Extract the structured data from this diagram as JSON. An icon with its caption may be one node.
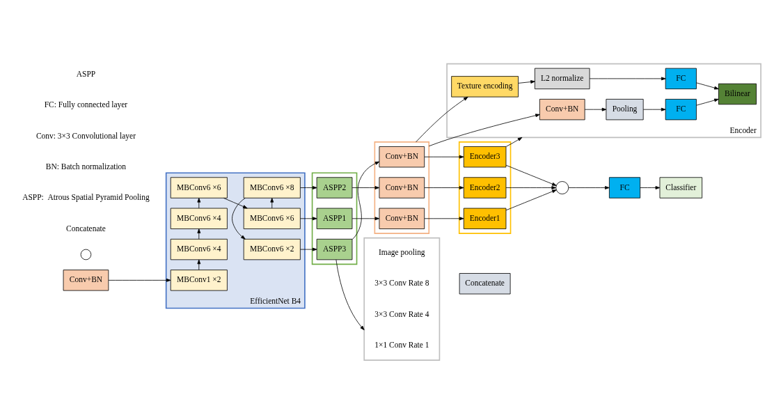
{
  "diagram": {
    "nodes": [
      {
        "text": [
          "Conv+BN"
        ]
      },
      {
        "text": [
          "EfficientNet B4"
        ]
      },
      {
        "text": [
          "MBConv1 ×2"
        ],
        "in": 1
      },
      {
        "text": [
          "MBConv6 ×4"
        ],
        "in": 1
      },
      {
        "text": [
          "MBConv6 ×4"
        ],
        "in": 1
      },
      {
        "text": [
          "MBConv6 ×6"
        ],
        "in": 1
      },
      {
        "text": [
          "MBConv6 ×6"
        ],
        "in": 1
      },
      {
        "text": [
          "MBConv6 ×8"
        ],
        "in": 1
      },
      {
        "text": [
          "MBConv6 ×2"
        ],
        "in": 1
      },
      {
        "text": [],
        "shape": "box"
      },
      {
        "text": [
          "ASPP1"
        ],
        "in": 9
      },
      {
        "text": [
          "ASPP2"
        ],
        "in": 9
      },
      {
        "text": [
          "ASPP3"
        ],
        "in": 9
      },
      {
        "text": [],
        "shape": "box"
      },
      {
        "text": [
          "Conv+BN"
        ],
        "in": 13
      },
      {
        "text": [
          "Conv+BN"
        ],
        "in": 13
      },
      {
        "text": [
          "Conv+BN"
        ],
        "in": 13
      },
      {
        "text": [],
        "shape": "box"
      },
      {
        "text": [
          "Encoder1"
        ],
        "in": 17
      },
      {
        "text": [
          "Encoder2"
        ],
        "in": 17
      },
      {
        "text": [
          "Encoder3"
        ],
        "in": 17
      },
      {
        "text": [],
        "shape": "circle"
      },
      {
        "text": [
          "FC"
        ]
      },
      {
        "text": [
          "Classifier"
        ]
      },
      {
        "text": [],
        "shape": "box"
      },
      {
        "text": [
          "1×1 Conv Rate 1"
        ],
        "in": 24
      },
      {
        "text": [
          "3×3 Conv Rate 4"
        ],
        "in": 24
      },
      {
        "text": [
          "3×3 Conv Rate 8"
        ],
        "in": 24
      },
      {
        "text": [
          "Image pooling"
        ],
        "in": 24
      },
      {
        "text": [
          "Concatenate"
        ]
      },
      {
        "text": [
          "Encoder"
        ]
      },
      {
        "text": [
          "Conv+BN"
        ],
        "in": 30
      },
      {
        "text": [
          "Texture encoding"
        ],
        "in": 30
      },
      {
        "text": [
          "Pooling"
        ],
        "in": 30
      },
      {
        "text": [
          "L2 normalize"
        ],
        "in": 30
      },
      {
        "text": [
          "FC"
        ],
        "in": 30
      },
      {
        "text": [
          "FC"
        ],
        "in": 30
      },
      {
        "text": [
          "Bilinear"
        ],
        "in": 30
      }
    ],
    "edges": [
      {
        "from": 0,
        "to": 2,
        "arrow": "to"
      },
      {
        "from": 2,
        "to": 3,
        "arrow": "to"
      },
      {
        "from": 3,
        "to": 4,
        "arrow": "to"
      },
      {
        "from": 4,
        "to": 5,
        "arrow": "to"
      },
      {
        "from": 5,
        "to": 6,
        "arrow": "to"
      },
      {
        "from": 6,
        "to": 7,
        "arrow": "to"
      },
      {
        "from": 7,
        "to": 8,
        "arrow": "to"
      },
      {
        "from": 6,
        "to": 10,
        "arrow": "to"
      },
      {
        "from": 7,
        "to": 11,
        "arrow": "to"
      },
      {
        "from": 8,
        "to": 12,
        "arrow": "to"
      },
      {
        "from": 10,
        "to": 14,
        "arrow": "to"
      },
      {
        "from": 11,
        "to": 15,
        "arrow": "to"
      },
      {
        "from": 12,
        "to": 16,
        "arrow": "to"
      },
      {
        "from": 14,
        "to": 18,
        "arrow": "to"
      },
      {
        "from": 15,
        "to": 19,
        "arrow": "to"
      },
      {
        "from": 16,
        "to": 20,
        "arrow": "to"
      },
      {
        "from": 18,
        "to": 21,
        "arrow": "to"
      },
      {
        "from": 19,
        "to": 21,
        "arrow": "to"
      },
      {
        "from": 20,
        "to": 21,
        "arrow": "to"
      },
      {
        "from": 21,
        "to": 22,
        "arrow": "to"
      },
      {
        "from": 22,
        "to": 23,
        "arrow": "to"
      },
      {
        "from": 12,
        "to": 24,
        "arrow": "to"
      },
      {
        "from": 13,
        "to": 31,
        "arrow": "to"
      },
      {
        "from": 13,
        "to": 32,
        "arrow": "to"
      },
      {
        "from": 20,
        "to": 30,
        "arrow": "to"
      },
      {
        "from": 31,
        "to": 33,
        "arrow": "to"
      },
      {
        "from": 32,
        "to": 34,
        "arrow": "to"
      },
      {
        "from": 33,
        "to": 35,
        "arrow": "to"
      },
      {
        "from": 34,
        "to": 36,
        "arrow": "to"
      },
      {
        "from": 35,
        "to": 37,
        "arrow": "to"
      },
      {
        "from": 36,
        "to": 37,
        "arrow": "to"
      }
    ],
    "labels": [
      "ASPP",
      "FC: Fully connected layer",
      "Conv: 3×3 Convolutional layer",
      "BN: Batch normalization",
      "ASPP:  Atrous Spatial Pyramid Pooling"
    ],
    "legend": [
      {
        "text": "Concatenate"
      }
    ]
  }
}
